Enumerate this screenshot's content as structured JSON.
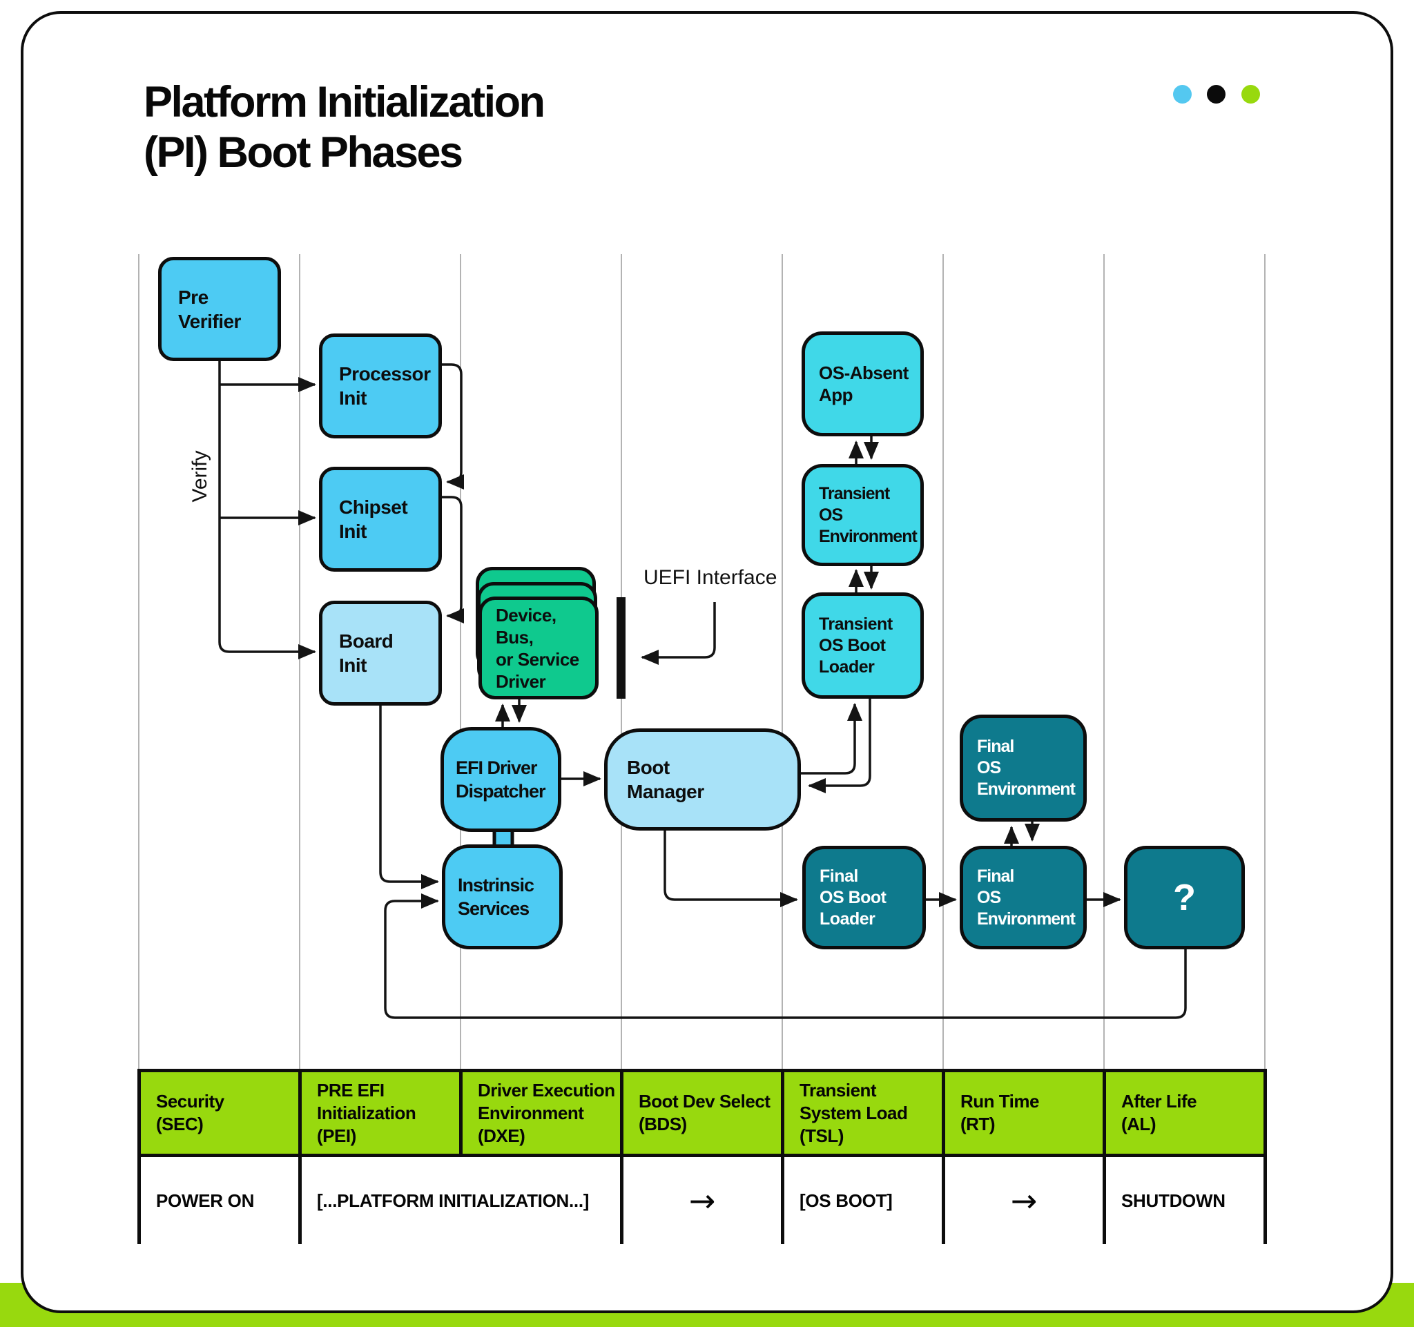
{
  "title": "Platform Initialization\n(PI) Boot Phases",
  "window_dots": {
    "colors": [
      "#54C8F0",
      "#0B0B0B",
      "#98D90E"
    ]
  },
  "colors": {
    "box_blue": "#4DCBF3",
    "box_light_blue": "#A8E2F8",
    "box_cyan": "#40D8E8",
    "box_emerald_green": "#0FC98E",
    "box_dark_teal": "#0E7A8D",
    "lime_green": "#98D90E",
    "line_black": "#141414"
  },
  "labels": {
    "verify": "Verify",
    "uefi_interface": "UEFI Interface"
  },
  "boxes": {
    "pre_verifier": "Pre\nVerifier",
    "processor_init": "Processor\nInit",
    "chipset_init": "Chipset\nInit",
    "board_init": "Board\nInit",
    "device_driver": "Device,\nBus,\nor Service\nDriver",
    "efi_driver_dispatcher": "EFI Driver\nDispatcher",
    "boot_manager": "Boot\nManager",
    "instrinsic_services": "Instrinsic\nServices",
    "os_absent_app": "OS-Absent\nApp",
    "transient_os_environment": "Transient\nOS\nEnvironment",
    "transient_os_boot_loader": "Transient\nOS Boot\nLoader",
    "final_os_environment_upper": "Final\nOS\nEnvironment",
    "final_os_boot_loader": "Final\nOS Boot\nLoader",
    "final_os_environment_lower": "Final\nOS\nEnvironment",
    "unknown_phase": "?"
  },
  "phase_table": {
    "headers": [
      "Security\n(SEC)",
      "PRE EFI\nInitialization\n(PEI)",
      "Driver Execution\nEnvironment\n(DXE)",
      "Boot Dev Select\n(BDS)",
      "Transient\nSystem Load\n(TSL)",
      "Run Time\n(RT)",
      "After Life\n(AL)"
    ],
    "row": [
      "POWER ON",
      "[...PLATFORM INITIALIZATION...]",
      "→",
      "[OS BOOT]",
      "→",
      "SHUTDOWN"
    ]
  }
}
